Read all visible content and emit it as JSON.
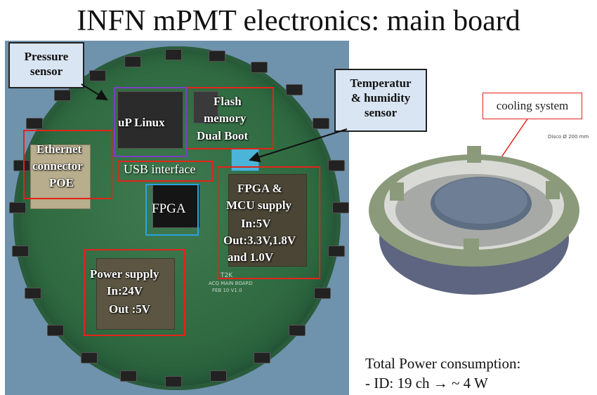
{
  "title": "INFN mPMT electronics: main board",
  "callouts": {
    "pressure": [
      "Pressure",
      "sensor"
    ],
    "temperature": [
      "Temperatur",
      "& humidity",
      "sensor"
    ]
  },
  "board_labels": {
    "up_linux": "uP Linux",
    "flash": [
      "Flash",
      "memory",
      "Dual Boot"
    ],
    "ethernet": [
      "Ethernet",
      "connector",
      "POE"
    ],
    "usb": "USB interface",
    "fpga": "FPGA",
    "supply": [
      "FPGA &",
      "MCU supply",
      "In:5V",
      "Out:3.3V,1.8V",
      "and 1.0V"
    ],
    "power": [
      "Power supply",
      "In:24V",
      "Out :5V"
    ]
  },
  "silkscreen": [
    "T2K",
    "ACQ MAIN BOARD",
    "FEB 10 V1.0"
  ],
  "cooling": {
    "label": "cooling system",
    "dimension": "Disco Ø 200 mm"
  },
  "footer": {
    "line1": "Total Power consumption:",
    "line2": "- ID: 19 ch → ~ 4 W"
  },
  "colors": {
    "highlight_red": "#e3231b",
    "highlight_purple": "#7b3fc4",
    "highlight_blue": "#2aa3e0",
    "callout_fill": "#d9e5f2"
  }
}
